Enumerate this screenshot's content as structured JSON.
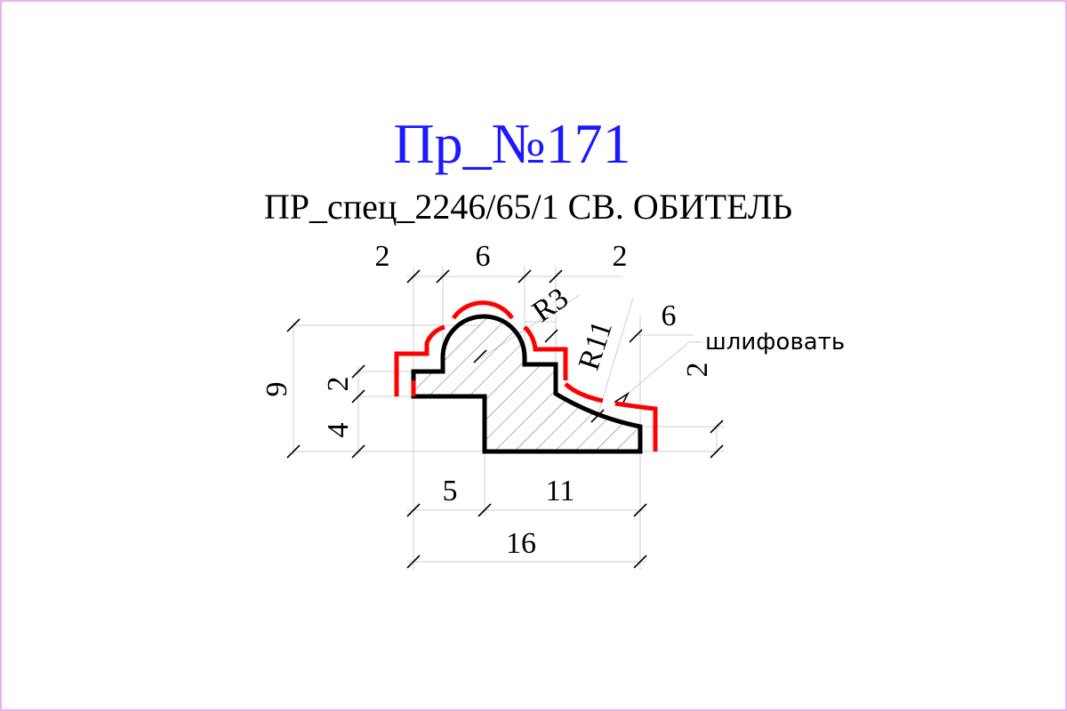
{
  "title": "Пр_№171",
  "subtitle": "ПР_спец_2246/65/1 СВ. ОБИТЕЛЬ",
  "note": "шлифовать",
  "dims": {
    "top_left": "2",
    "top_mid": "6",
    "top_right": "2",
    "radius_small": "R3",
    "radius_large": "R11",
    "right_width": "6",
    "right_height": "2",
    "left_total": "9",
    "left_mid": "2",
    "left_low": "4",
    "bottom_left": "5",
    "bottom_right": "11",
    "overall": "16"
  },
  "colors": {
    "title": "#1a1aff",
    "profile": "#000000",
    "finish_line": "#ff0000",
    "frame": "#e39be3"
  }
}
